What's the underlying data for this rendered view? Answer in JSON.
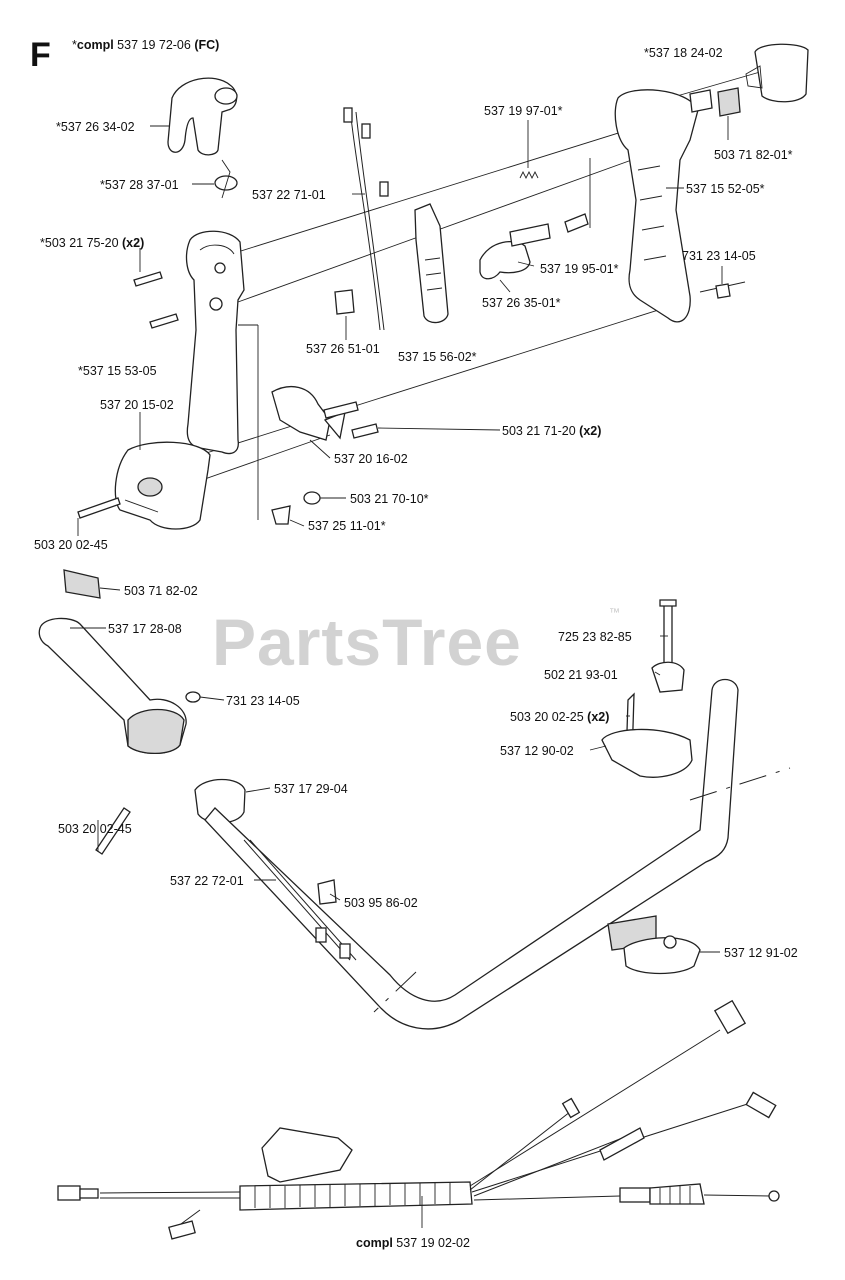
{
  "section_letter": "F",
  "watermark": "PartsTree",
  "watermark_tm": "™",
  "labels": [
    {
      "pre": "*",
      "bold": "compl",
      "text": " 537 19 72-06 ",
      "bold2": "(FC)"
    },
    {
      "pre": "",
      "bold": "",
      "text": "*537 18 24-02",
      "bold2": ""
    },
    {
      "pre": "",
      "bold": "",
      "text": "*537 26 34-02",
      "bold2": ""
    },
    {
      "pre": "",
      "bold": "",
      "text": "*537 28 37-01",
      "bold2": ""
    },
    {
      "pre": "",
      "bold": "",
      "text": "537 19 97-01*",
      "bold2": ""
    },
    {
      "pre": "",
      "bold": "",
      "text": "503 71 82-01*",
      "bold2": ""
    },
    {
      "pre": "",
      "bold": "",
      "text": "537 22 71-01",
      "bold2": ""
    },
    {
      "pre": "",
      "bold": "",
      "text": "537 15 52-05*",
      "bold2": ""
    },
    {
      "pre": "",
      "bold": "",
      "text": "*503 21 75-20 ",
      "bold2": "(x2)"
    },
    {
      "pre": "",
      "bold": "",
      "text": "731 23 14-05",
      "bold2": ""
    },
    {
      "pre": "",
      "bold": "",
      "text": "537 19 95-01*",
      "bold2": ""
    },
    {
      "pre": "",
      "bold": "",
      "text": "537 26 35-01*",
      "bold2": ""
    },
    {
      "pre": "",
      "bold": "",
      "text": "537 26 51-01",
      "bold2": ""
    },
    {
      "pre": "",
      "bold": "",
      "text": "537 15 56-02*",
      "bold2": ""
    },
    {
      "pre": "",
      "bold": "",
      "text": "*537 15 53-05",
      "bold2": ""
    },
    {
      "pre": "",
      "bold": "",
      "text": "537 20 15-02",
      "bold2": ""
    },
    {
      "pre": "",
      "bold": "",
      "text": "503 21 71-20 ",
      "bold2": "(x2)"
    },
    {
      "pre": "",
      "bold": "",
      "text": "537 20 16-02",
      "bold2": ""
    },
    {
      "pre": "",
      "bold": "",
      "text": "503 21 70-10*",
      "bold2": ""
    },
    {
      "pre": "",
      "bold": "",
      "text": "537 25 11-01*",
      "bold2": ""
    },
    {
      "pre": "",
      "bold": "",
      "text": "503 20 02-45",
      "bold2": ""
    },
    {
      "pre": "",
      "bold": "",
      "text": "503 71 82-02",
      "bold2": ""
    },
    {
      "pre": "",
      "bold": "",
      "text": "537 17 28-08",
      "bold2": ""
    },
    {
      "pre": "",
      "bold": "",
      "text": "725 23 82-85",
      "bold2": ""
    },
    {
      "pre": "",
      "bold": "",
      "text": "502 21 93-01",
      "bold2": ""
    },
    {
      "pre": "",
      "bold": "",
      "text": "731 23 14-05",
      "bold2": ""
    },
    {
      "pre": "",
      "bold": "",
      "text": "503 20 02-25 ",
      "bold2": "(x2)"
    },
    {
      "pre": "",
      "bold": "",
      "text": "537 12 90-02",
      "bold2": ""
    },
    {
      "pre": "",
      "bold": "",
      "text": "537 17 29-04",
      "bold2": ""
    },
    {
      "pre": "",
      "bold": "",
      "text": "503 20 02-45",
      "bold2": ""
    },
    {
      "pre": "",
      "bold": "",
      "text": "537 22 72-01",
      "bold2": ""
    },
    {
      "pre": "",
      "bold": "",
      "text": "503 95 86-02",
      "bold2": ""
    },
    {
      "pre": "",
      "bold": "",
      "text": "537 12 91-02",
      "bold2": ""
    },
    {
      "pre": "",
      "bold": "compl",
      "text": " 537 19 02-02",
      "bold2": ""
    }
  ]
}
